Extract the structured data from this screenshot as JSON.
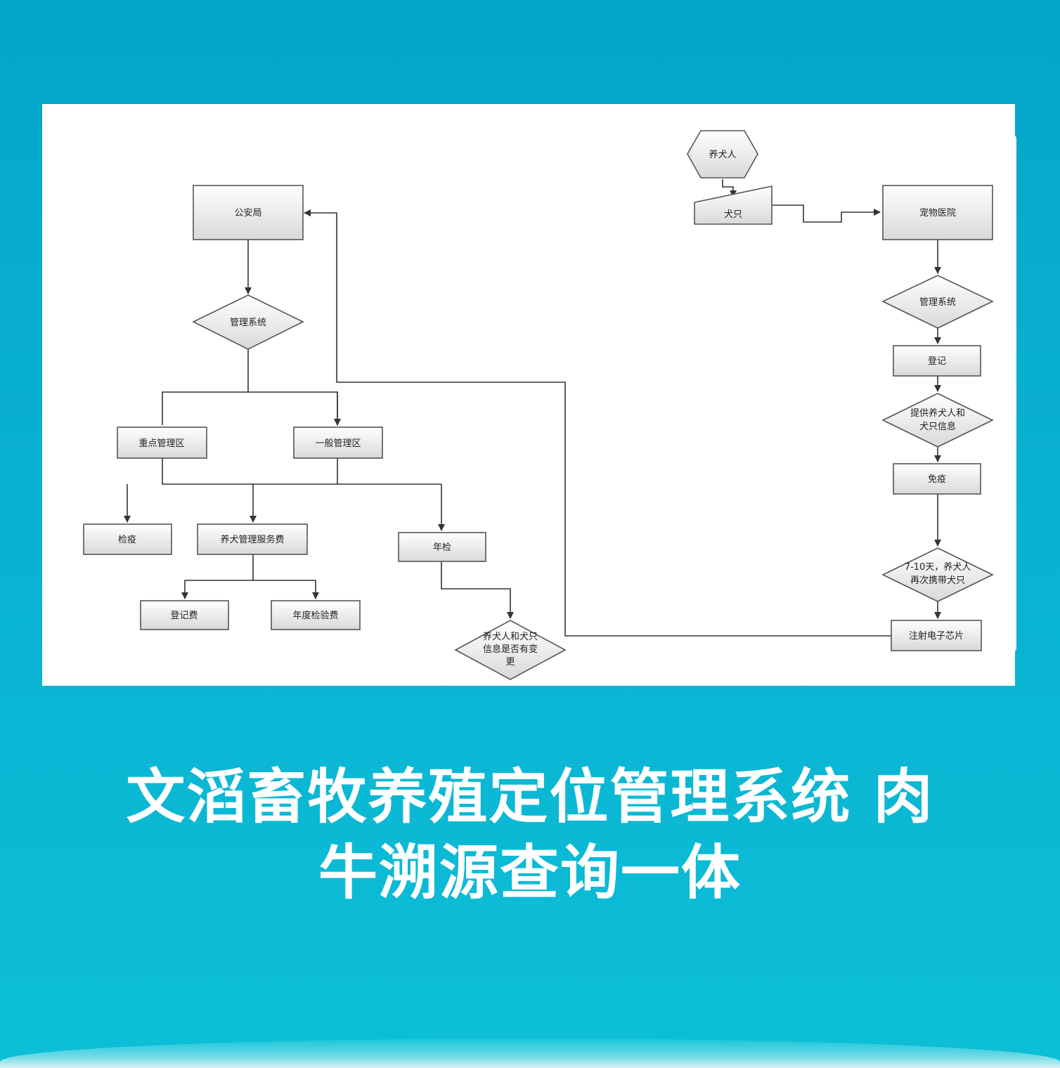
{
  "nodes": {
    "police": "公安局",
    "mgmt_left": "管理系统",
    "key_zone": "重点管理区",
    "general_zone": "一般管理区",
    "quarantine": "检疫",
    "service_fee": "养犬管理服务费",
    "annual_check": "年检",
    "reg_fee": "登记费",
    "annual_fee": "年度检验费",
    "info_change_1": "养犬人和犬只",
    "info_change_2": "信息是否有变",
    "info_change_3": "更",
    "owner": "养犬人",
    "dog": "犬只",
    "pet_hospital": "宠物医院",
    "mgmt_right": "管理系统",
    "register": "登记",
    "provide_info_1": "提供养犬人和",
    "provide_info_2": "犬只信息",
    "immunize": "免疫",
    "revisit_1": "7-10天，养犬人",
    "revisit_2": "再次携带犬只",
    "chip": "注射电子芯片"
  },
  "caption": {
    "line1": "文滔畜牧养殖定位管理系统 肉",
    "line2": "牛溯源查询一体"
  },
  "colors": {
    "background_top": "#03a6c9",
    "background_bottom": "#0cbfd6",
    "panel": "#ffffff",
    "box_fill_light": "#ffffff",
    "box_fill_dark": "#d9d9d9",
    "stroke": "#333333",
    "caption_text": "#ffffff"
  }
}
